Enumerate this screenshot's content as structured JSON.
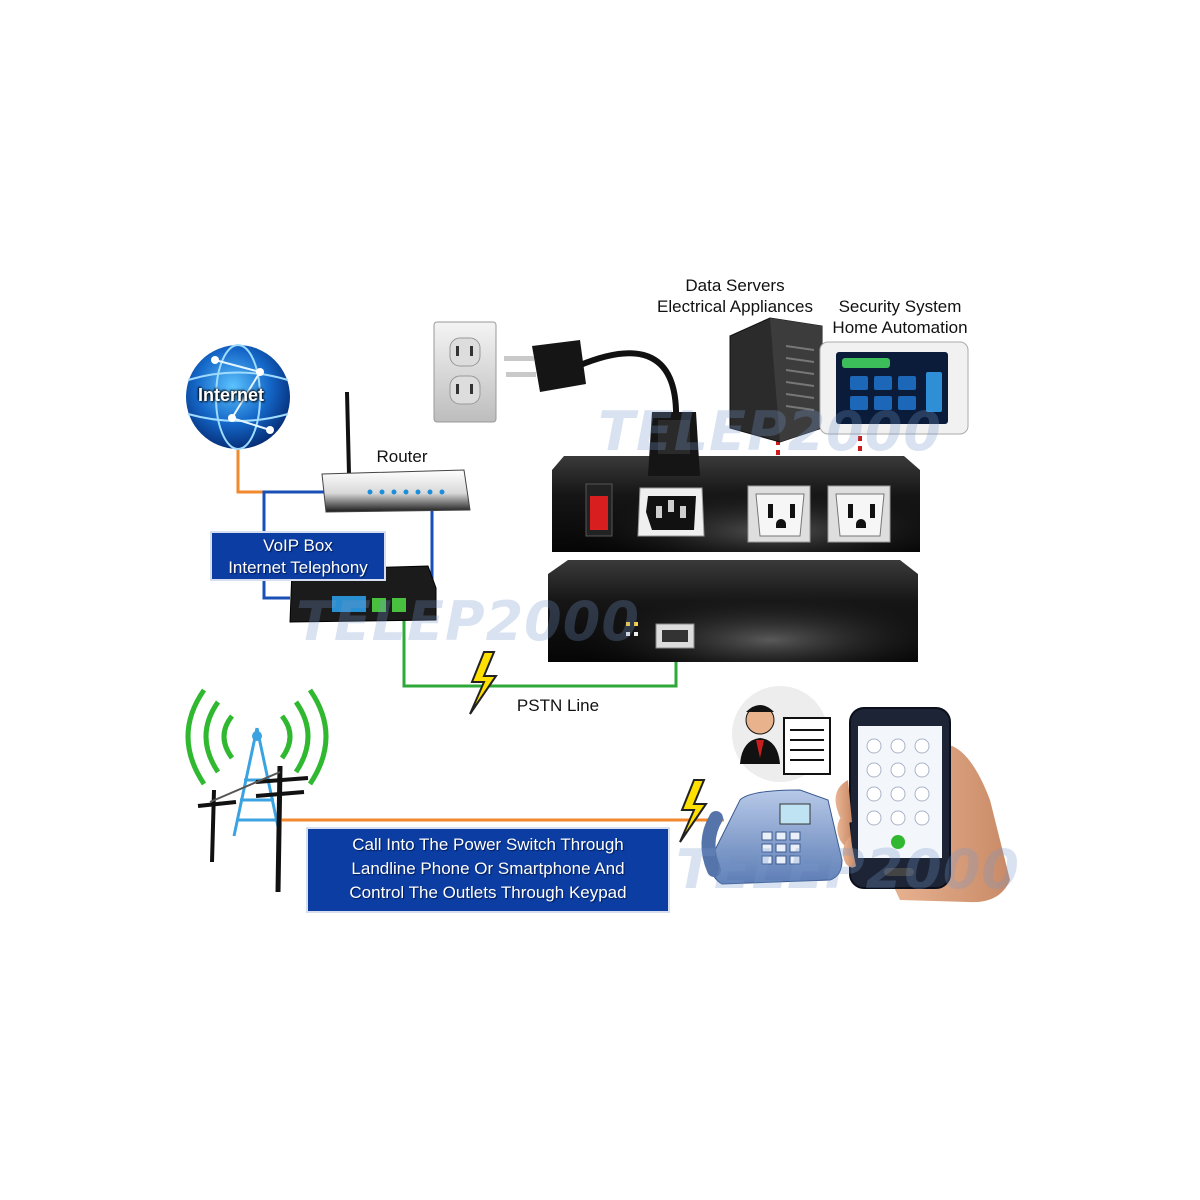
{
  "labels": {
    "internet": "Internet",
    "router": "Router",
    "voip_box": [
      "VoIP Box",
      "Internet Telephony"
    ],
    "data_servers": [
      "Data Servers",
      "Electrical Appliances"
    ],
    "security": [
      "Security System",
      "Home Automation"
    ],
    "pstn": "PSTN Line",
    "call_box": [
      "Call Into The Power Switch Through",
      "Landline Phone Or Smartphone And",
      "Control The Outlets Through Keypad"
    ]
  },
  "watermark": "TELEP2000",
  "colors": {
    "line_orange": "#f08a2c",
    "line_blue": "#1a4fb5",
    "line_green": "#2fa83a",
    "box_blue": "#0b3da3",
    "switch_red": "#d81e1e",
    "bolt_yellow": "#ffe000",
    "signal_green": "#2fb830"
  },
  "icons": [
    "globe-icon",
    "router-icon",
    "voip-box-icon",
    "wall-outlet-icon",
    "power-plug-icon",
    "server-tower-icon",
    "security-panel-icon",
    "power-switch-icon",
    "lightning-bolt-icon",
    "cell-tower-icon",
    "desk-phone-icon",
    "smartphone-icon",
    "operator-avatar-icon"
  ]
}
